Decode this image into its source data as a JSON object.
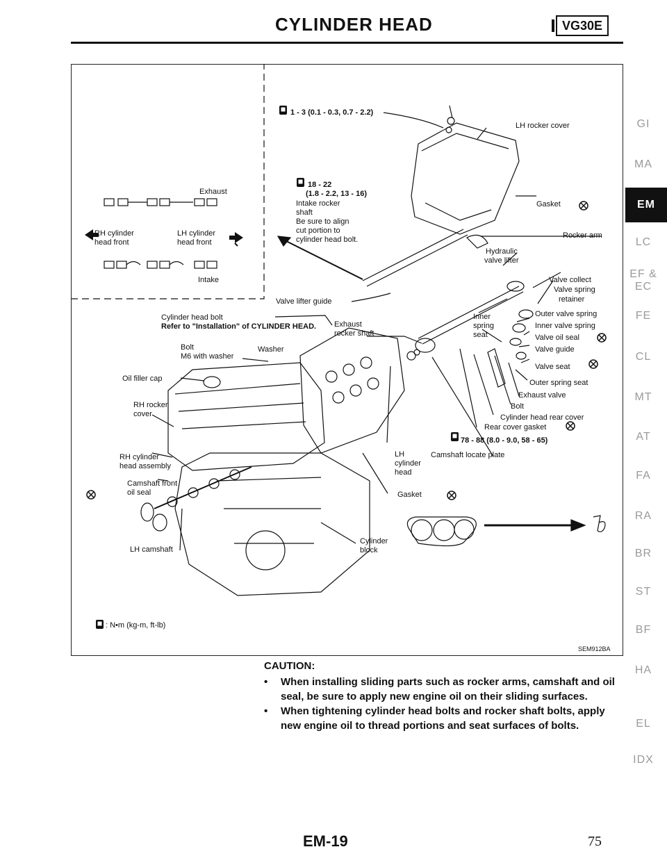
{
  "header": {
    "title": "CYLINDER HEAD",
    "model": "VG30E"
  },
  "figure": {
    "code": "SEM912BA",
    "torque_unit_legend": ": N•m (kg-m, ft-lb)",
    "inset": {
      "exhaust": "Exhaust",
      "intake": "Intake",
      "rh_front_line1": "RH cylinder",
      "rh_front_line2": "head front",
      "lh_front_line1": "LH cylinder",
      "lh_front_line2": "head front"
    },
    "labels": {
      "torque_top": "1 - 3 (0.1 - 0.3, 0.7 - 2.2)",
      "lh_rocker_cover": "LH rocker cover",
      "torque_shaft_line1": "18 - 22",
      "torque_shaft_line2": "(1.8 - 2.2, 13 - 16)",
      "intake_rocker_shaft_line1": "Intake rocker",
      "intake_rocker_shaft_line2": "shaft",
      "align_note_line1": "Be sure to align",
      "align_note_line2": "cut portion to",
      "align_note_line3": "cylinder head bolt.",
      "gasket_top": "Gasket",
      "rocker_arm": "Rocker arm",
      "hydraulic_line1": "Hydraulic",
      "hydraulic_line2": "valve lifter",
      "valve_collect": "Valve collect",
      "valve_spring_retainer_line1": "Valve spring",
      "valve_spring_retainer_line2": "retainer",
      "valve_lifter_guide": "Valve lifter guide",
      "cylinder_head_bolt": "Cylinder head bolt",
      "refer_install": "Refer to \"Installation\" of CYLINDER HEAD.",
      "exhaust_rocker_line1": "Exhaust",
      "exhaust_rocker_line2": "rocker shaft",
      "inner_spring_seat_line1": "Inner",
      "inner_spring_seat_line2": "spring",
      "inner_spring_seat_line3": "seat",
      "outer_valve_spring": "Outer valve spring",
      "inner_valve_spring": "Inner valve spring",
      "valve_oil_seal": "Valve oil seal",
      "valve_guide": "Valve guide",
      "valve_seat": "Valve seat",
      "outer_spring_seat": "Outer spring seat",
      "exhaust_valve": "Exhaust valve",
      "bolt_right": "Bolt",
      "cyl_head_rear_cover": "Cylinder head rear cover",
      "rear_cover_gasket": "Rear cover gasket",
      "torque_rear": "78 - 88 (8.0 - 9.0, 58 - 65)",
      "camshaft_locate_plate": "Camshaft locate plate",
      "bolt_left": "Bolt",
      "m6_washer": "M6 with washer",
      "washer": "Washer",
      "oil_filler_cap": "Oil filler cap",
      "rh_rocker_cover_line1": "RH rocker",
      "rh_rocker_cover_line2": "cover",
      "rh_head_assembly_line1": "RH cylinder",
      "rh_head_assembly_line2": "head assembly",
      "camshaft_front_seal_line1": "Camshaft front",
      "camshaft_front_seal_line2": "oil seal",
      "lh_camshaft": "LH camshaft",
      "lh_cyl_head_line1": "LH",
      "lh_cyl_head_line2": "cylinder",
      "lh_cyl_head_line3": "head",
      "gasket_bottom": "Gasket",
      "cylinder_block_line1": "Cylinder",
      "cylinder_block_line2": "block"
    }
  },
  "side_tabs": [
    "GI",
    "MA",
    "EM",
    "LC",
    "EF &",
    "EC",
    "FE",
    "CL",
    "MT",
    "AT",
    "FA",
    "RA",
    "BR",
    "ST",
    "BF",
    "HA",
    "EL",
    "IDX"
  ],
  "active_tab": "EM",
  "caution": {
    "title": "CAUTION:",
    "bullet": "•",
    "items": [
      "When installing sliding parts such as rocker arms, camshaft and oil seal, be sure to apply new engine oil on their sliding surfaces.",
      "When tightening cylinder head bolts and rocker shaft bolts, apply new engine oil to thread portions and seat surfaces of bolts."
    ]
  },
  "footer": {
    "page_code": "EM-19",
    "page_number": "75"
  }
}
